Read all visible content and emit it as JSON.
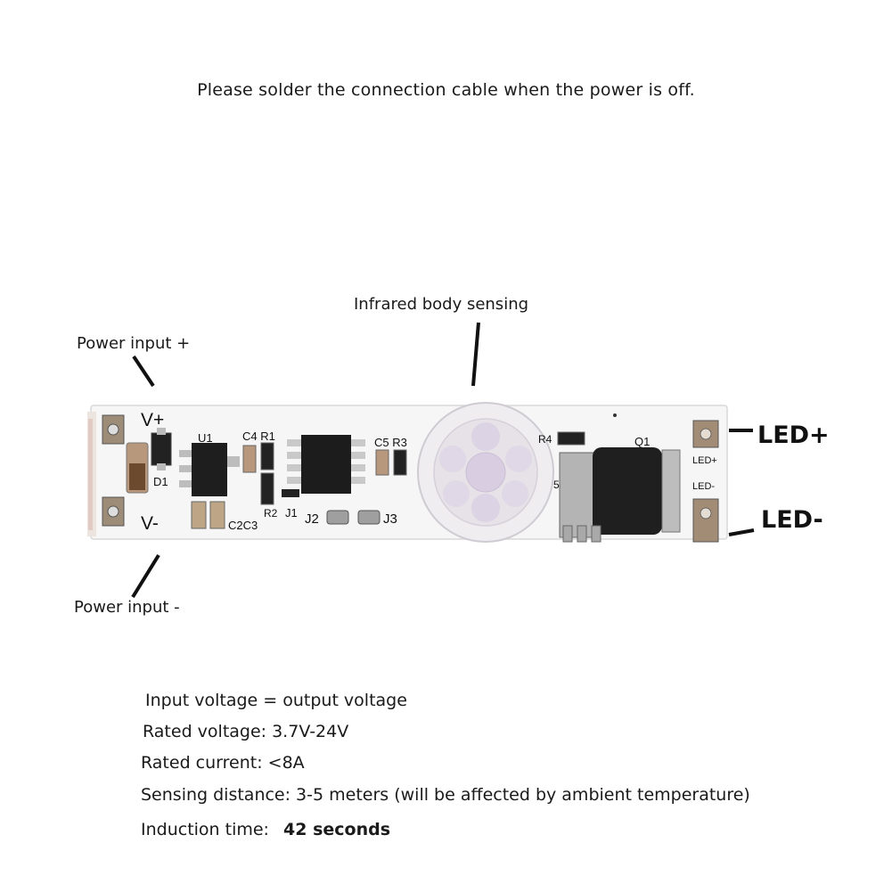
{
  "notice": "Please solder the connection cable when the power is off.",
  "callouts": {
    "infrared": "Infrared body sensing",
    "power_plus": "Power input +",
    "power_minus": "Power input -",
    "led_plus": "LED+",
    "led_minus": "LED-"
  },
  "board_silkscreen": {
    "v_plus": "V+",
    "v_minus": "V-",
    "u1": "U1",
    "d1": "D1",
    "c4r1": "C4 R1",
    "c5r3": "C5 R3",
    "r2": "R2",
    "j1": "J1",
    "j2": "J2",
    "j3": "J3",
    "c2c3": "C2C3",
    "q1": "Q1",
    "r4": "R4",
    "r5": "5",
    "led_plus_small": "LED+",
    "led_minus_small": "LED-"
  },
  "specs": {
    "input_voltage": "Input voltage = output voltage",
    "rated_voltage": "Rated voltage: 3.7V-24V",
    "rated_current": "Rated current: <8A",
    "sensing_distance": "Sensing distance: 3-5 meters (will be affected by ambient temperature)",
    "induction_label": "Induction time:",
    "induction_value": "42 seconds"
  },
  "colors": {
    "board": "#f7f7f7",
    "pad": "#b8a892",
    "chip": "#1e1e1e",
    "lens": "#e9e6ea",
    "lens_center": "#d8cce0"
  }
}
